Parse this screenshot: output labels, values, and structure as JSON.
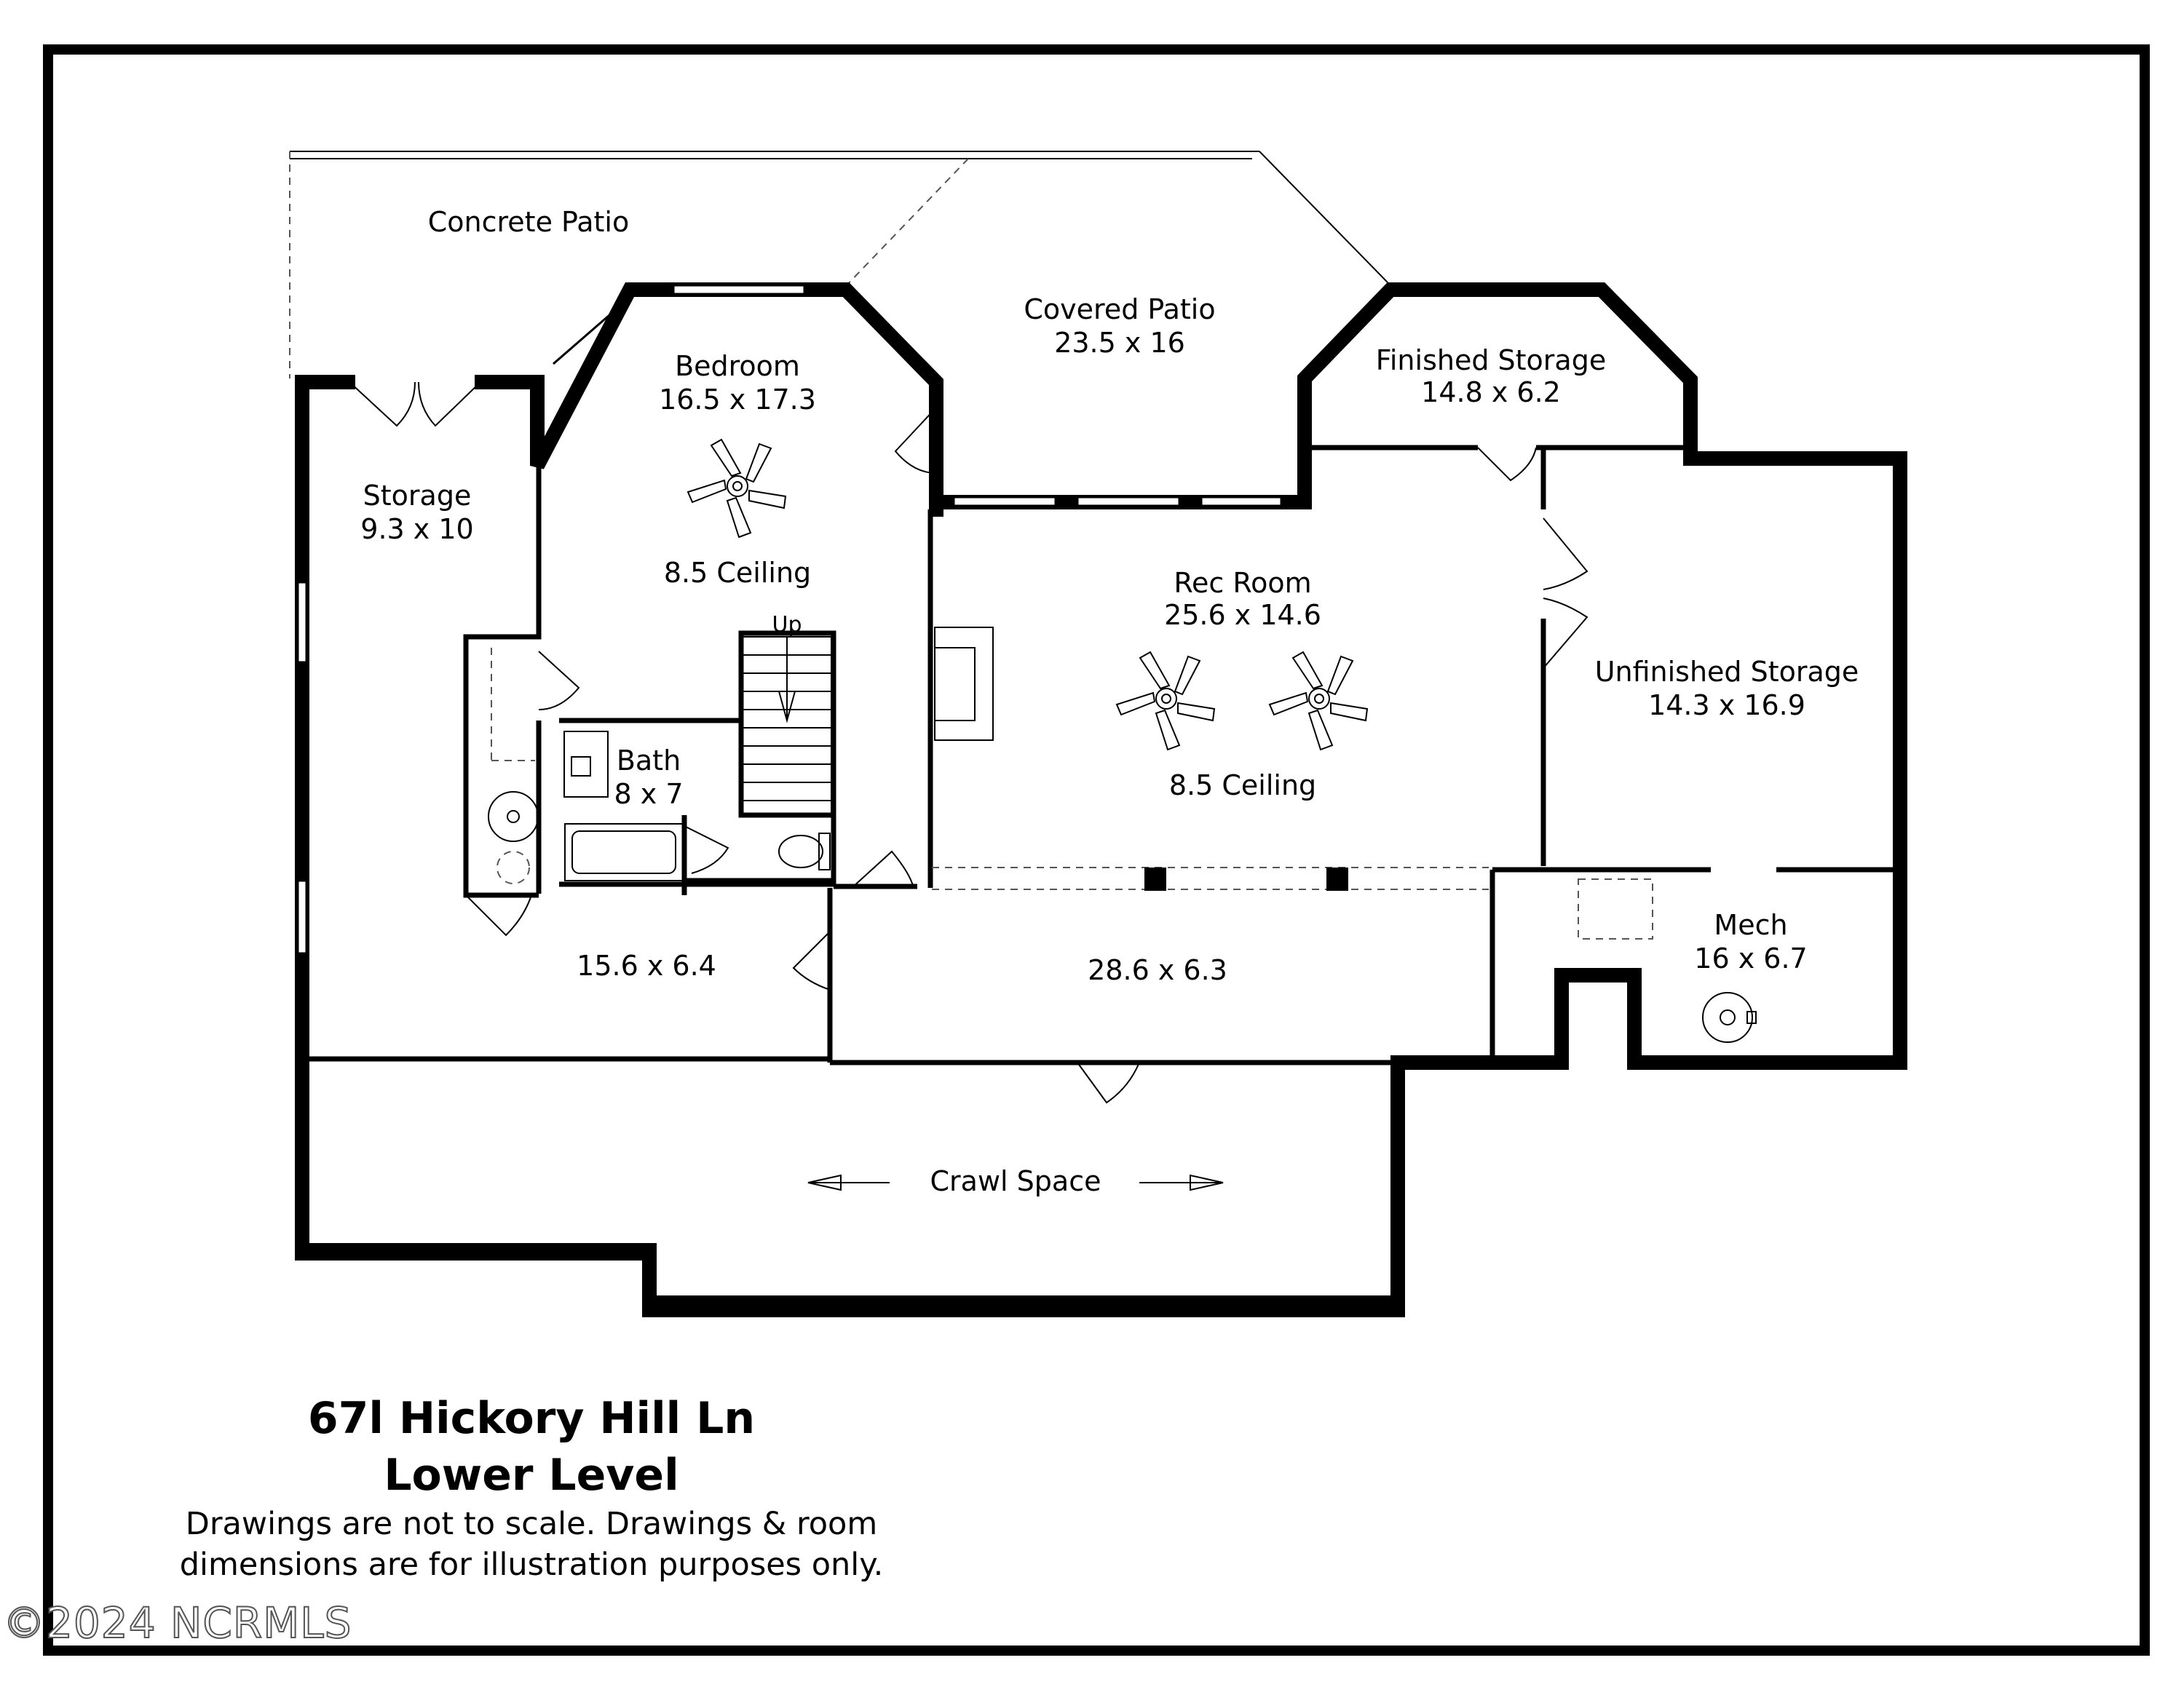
{
  "rooms": {
    "concrete_patio": {
      "name": "Concrete Patio"
    },
    "covered_patio": {
      "name": "Covered Patio",
      "dims": "23.5 x 16"
    },
    "bedroom": {
      "name": "Bedroom",
      "dims": "16.5 x 17.3",
      "ceiling": "8.5 Ceiling"
    },
    "finished_storage": {
      "name": "Finished Storage",
      "dims": "14.8 x 6.2"
    },
    "storage": {
      "name": "Storage",
      "dims": "9.3 x 10"
    },
    "rec_room": {
      "name": "Rec Room",
      "dims": "25.6 x 14.6",
      "ceiling": "8.5 Ceiling"
    },
    "unfinished_storage": {
      "name": "Unfinished Storage",
      "dims": "14.3 x 16.9"
    },
    "bath": {
      "name": "Bath",
      "dims": "8 x 7"
    },
    "hall_left": {
      "dims": "15.6 x 6.4"
    },
    "hall_center": {
      "dims": "28.6 x 6.3"
    },
    "mech": {
      "name": "Mech",
      "dims": "16 x 6.7"
    },
    "crawl_space": {
      "name": "Crawl Space"
    }
  },
  "stairs": {
    "label": "Up"
  },
  "title": {
    "address": "67l Hickory Hill Ln",
    "level": "Lower Level",
    "disclaimer_line1": "Drawings are not to scale. Drawings & room",
    "disclaimer_line2": "dimensions are for illustration purposes only."
  },
  "watermark": "©2024 NCRMLS"
}
